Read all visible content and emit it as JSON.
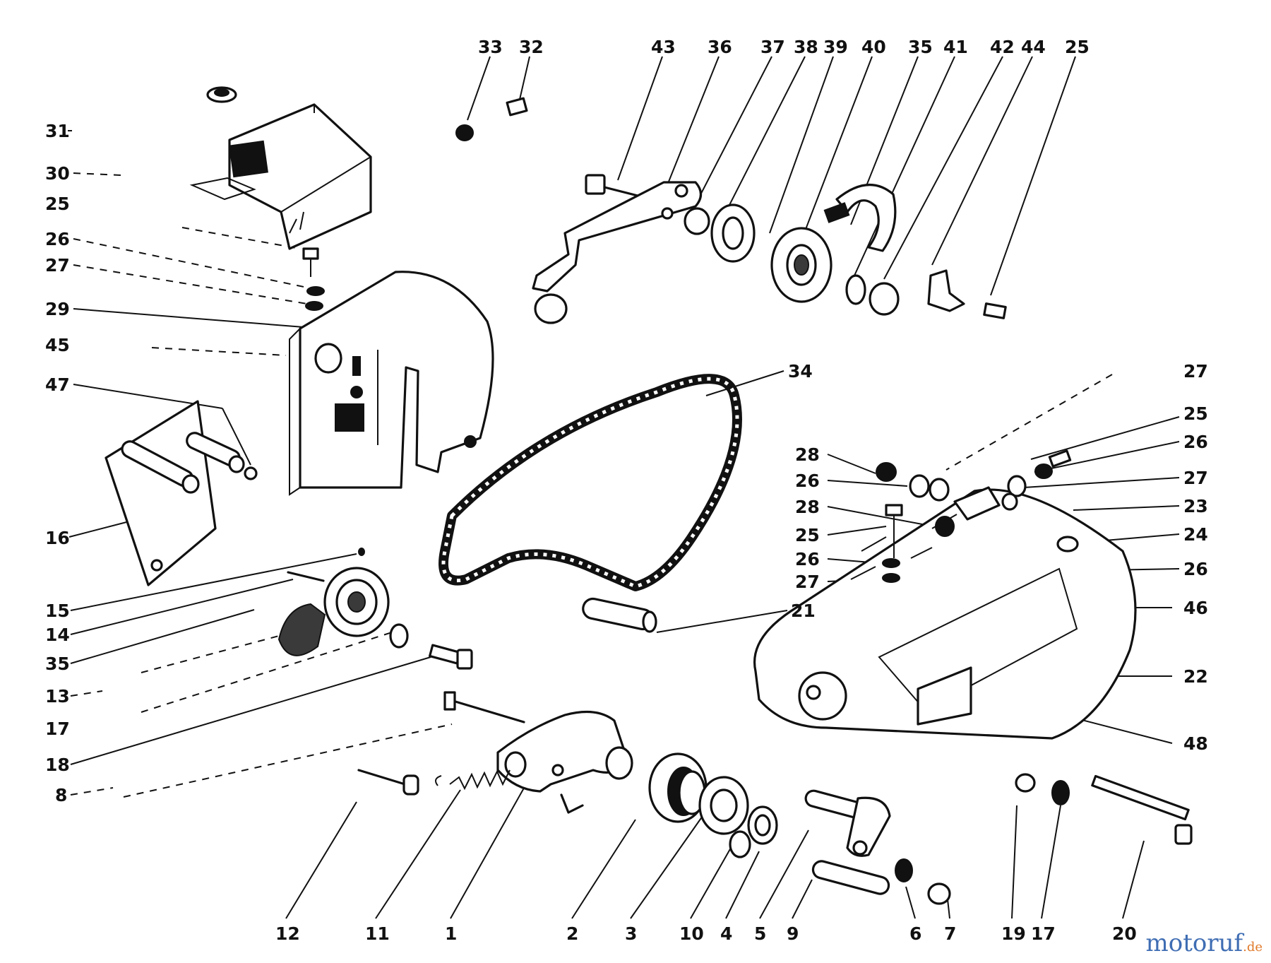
{
  "diagram": {
    "labels": [
      "1",
      "2",
      "3",
      "4",
      "5",
      "6",
      "7",
      "8",
      "9",
      "10",
      "11",
      "12",
      "13",
      "14",
      "15",
      "16",
      "17",
      "18",
      "19",
      "20",
      "21",
      "22",
      "23",
      "24",
      "25",
      "26",
      "27",
      "28",
      "29",
      "30",
      "31",
      "32",
      "33",
      "34",
      "35",
      "36",
      "37",
      "38",
      "39",
      "40",
      "41",
      "42",
      "43",
      "44",
      "45",
      "46",
      "47",
      "48"
    ],
    "labels_left": [
      "31",
      "30",
      "25",
      "26",
      "27",
      "29",
      "45",
      "47",
      "16",
      "15",
      "14",
      "35",
      "13",
      "17",
      "18",
      "8"
    ],
    "labels_top": [
      "33",
      "32",
      "43",
      "36",
      "37",
      "38",
      "39",
      "40",
      "35",
      "41",
      "42",
      "44",
      "25"
    ],
    "labels_right": [
      "27",
      "25",
      "26",
      "27",
      "23",
      "24",
      "26",
      "46",
      "22",
      "48"
    ],
    "labels_mid": [
      "34",
      "28",
      "26",
      "28",
      "25",
      "26",
      "27",
      "21"
    ],
    "labels_bottom": [
      "12",
      "11",
      "1",
      "2",
      "3",
      "10",
      "4",
      "5",
      "9",
      "6",
      "7",
      "19",
      "17",
      "20"
    ]
  },
  "watermark": {
    "brand": "motoruf",
    "tld": ".de"
  }
}
